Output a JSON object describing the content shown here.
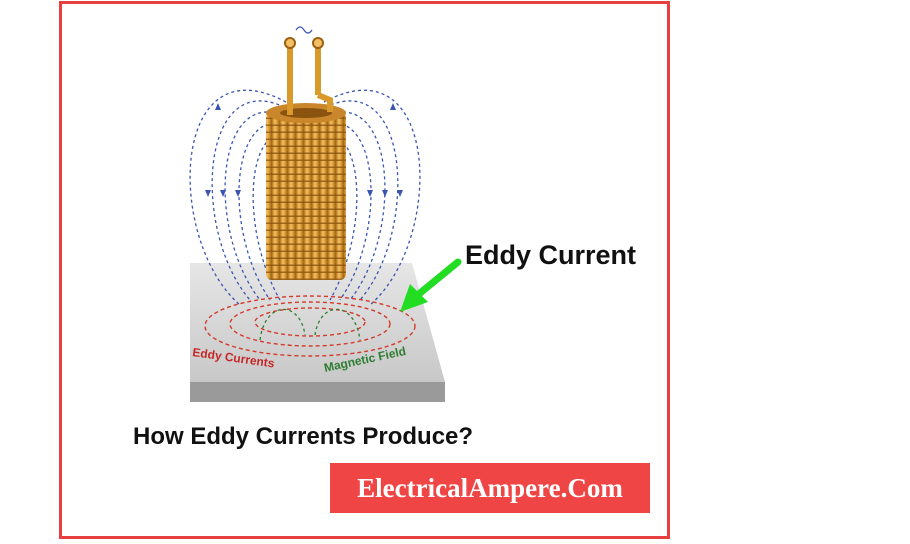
{
  "labels": {
    "eddy_current": "Eddy Current",
    "plate_eddy_currents": "Eddy Currents",
    "plate_magnetic_field": "Magnetic Field"
  },
  "caption": "How Eddy Currents Produce?",
  "brand": "ElectricalAmpere.Com",
  "colors": {
    "frame": "#e84040",
    "brand_bg": "#f04545",
    "coil": "#d99a2b",
    "field_lines": "#3a55b0",
    "eddy_lines": "#d43a2a",
    "magnetic_text": "#2e7d32",
    "arrow": "#22dd22"
  },
  "icons": [
    "ac-source-icon",
    "pointer-arrow-icon"
  ]
}
